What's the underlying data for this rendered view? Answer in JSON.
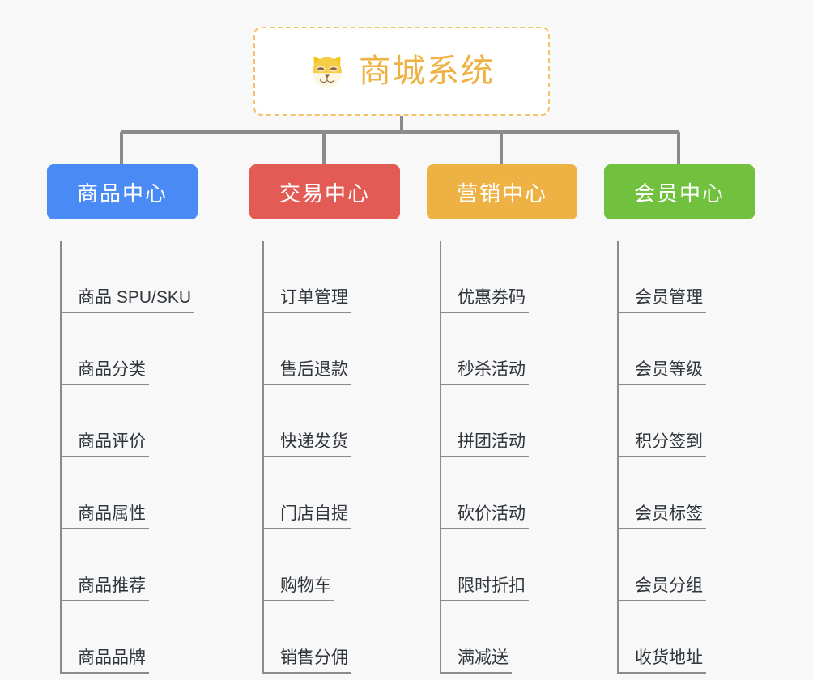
{
  "root": {
    "title": "商城系统",
    "icon": "shiba-inu-icon",
    "border_color": "#f3c36b",
    "text_color": "#eeb143",
    "background": "#ffffff"
  },
  "canvas": {
    "background": "#f8f8f8",
    "connector_color": "#8b8b8b",
    "leaf_text_color": "#30363c"
  },
  "columns": [
    {
      "header": "商品中心",
      "color": "#4a8af4",
      "items": [
        "商品 SPU/SKU",
        "商品分类",
        "商品评价",
        "商品属性",
        "商品推荐",
        "商品品牌"
      ]
    },
    {
      "header": "交易中心",
      "color": "#e25b55",
      "items": [
        "订单管理",
        "售后退款",
        "快递发货",
        "门店自提",
        "购物车",
        "销售分佣"
      ]
    },
    {
      "header": "营销中心",
      "color": "#eeb143",
      "items": [
        "优惠券码",
        "秒杀活动",
        "拼团活动",
        "砍价活动",
        "限时折扣",
        "满减送"
      ]
    },
    {
      "header": "会员中心",
      "color": "#71c13e",
      "items": [
        "会员管理",
        "会员等级",
        "积分签到",
        "会员标签",
        "会员分组",
        "收货地址"
      ]
    }
  ],
  "chart_data": {
    "type": "tree",
    "title": "商城系统",
    "root": "商城系统",
    "branches": [
      {
        "name": "商品中心",
        "color": "#4a8af4",
        "children": [
          "商品 SPU/SKU",
          "商品分类",
          "商品评价",
          "商品属性",
          "商品推荐",
          "商品品牌"
        ]
      },
      {
        "name": "交易中心",
        "color": "#e25b55",
        "children": [
          "订单管理",
          "售后退款",
          "快递发货",
          "门店自提",
          "购物车",
          "销售分佣"
        ]
      },
      {
        "name": "营销中心",
        "color": "#eeb143",
        "children": [
          "优惠券码",
          "秒杀活动",
          "拼团活动",
          "砍价活动",
          "限时折扣",
          "满减送"
        ]
      },
      {
        "name": "会员中心",
        "color": "#71c13e",
        "children": [
          "会员管理",
          "会员等级",
          "积分签到",
          "会员标签",
          "会员分组",
          "收货地址"
        ]
      }
    ]
  }
}
